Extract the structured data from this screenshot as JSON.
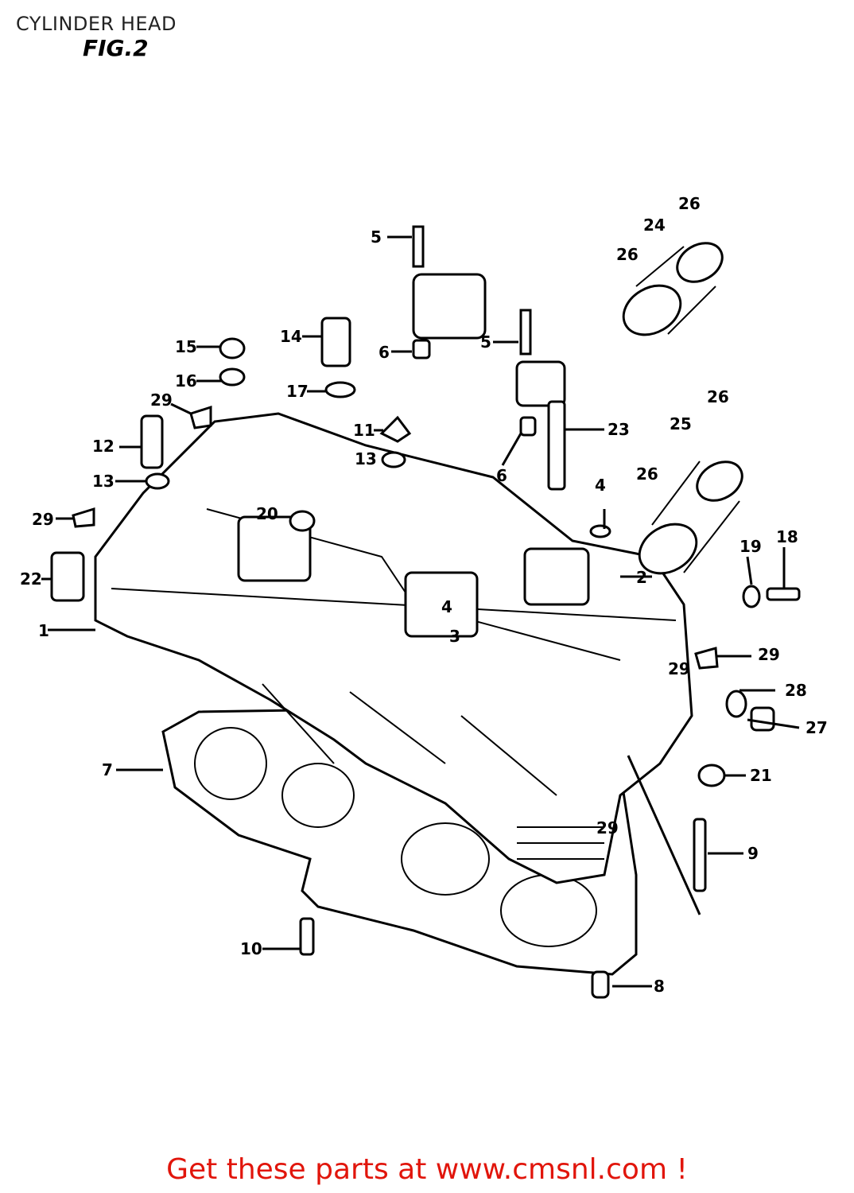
{
  "header": {
    "title": "CYLINDER HEAD",
    "figure": "FIG.2"
  },
  "callouts": [
    "1",
    "2",
    "3",
    "4",
    "4",
    "5",
    "5",
    "6",
    "6",
    "7",
    "8",
    "9",
    "10",
    "11",
    "12",
    "13",
    "13",
    "14",
    "15",
    "16",
    "17",
    "18",
    "19",
    "20",
    "21",
    "22",
    "23",
    "24",
    "25",
    "26",
    "26",
    "26",
    "26",
    "27",
    "28",
    "29",
    "29",
    "29",
    "29",
    "29"
  ],
  "footer": {
    "cta_text": "Get these parts at www.cmsnl.com !"
  }
}
